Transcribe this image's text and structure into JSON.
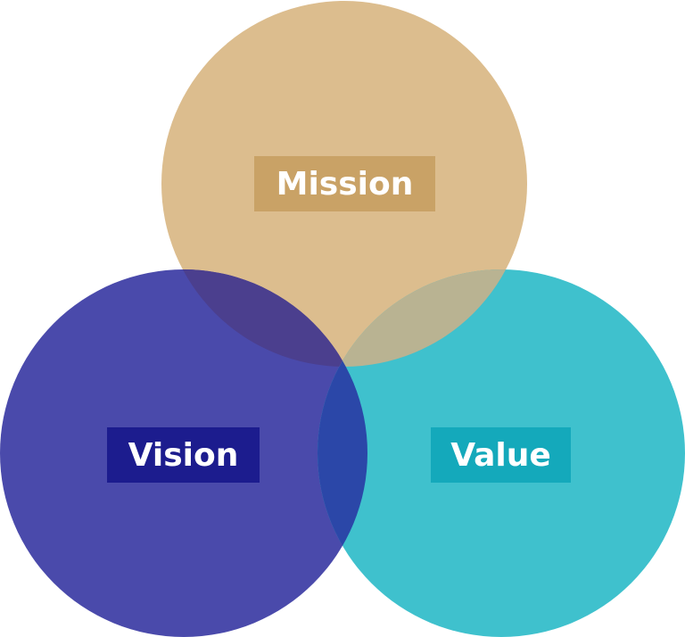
{
  "diagram": {
    "type": "venn",
    "sets": [
      {
        "label": "Mission",
        "color": "#dcbd8e",
        "label_bg": "#c9a266"
      },
      {
        "label": "Vision",
        "color": "#4a4aab",
        "label_bg": "#1c1c8e"
      },
      {
        "label": "Value",
        "color": "#3fc1cd",
        "label_bg": "#14a9bb"
      }
    ],
    "overlaps": {
      "mission_vision": "#4b3f8e",
      "mission_value": "#b9b392",
      "vision_value": "#2b47a8"
    }
  }
}
